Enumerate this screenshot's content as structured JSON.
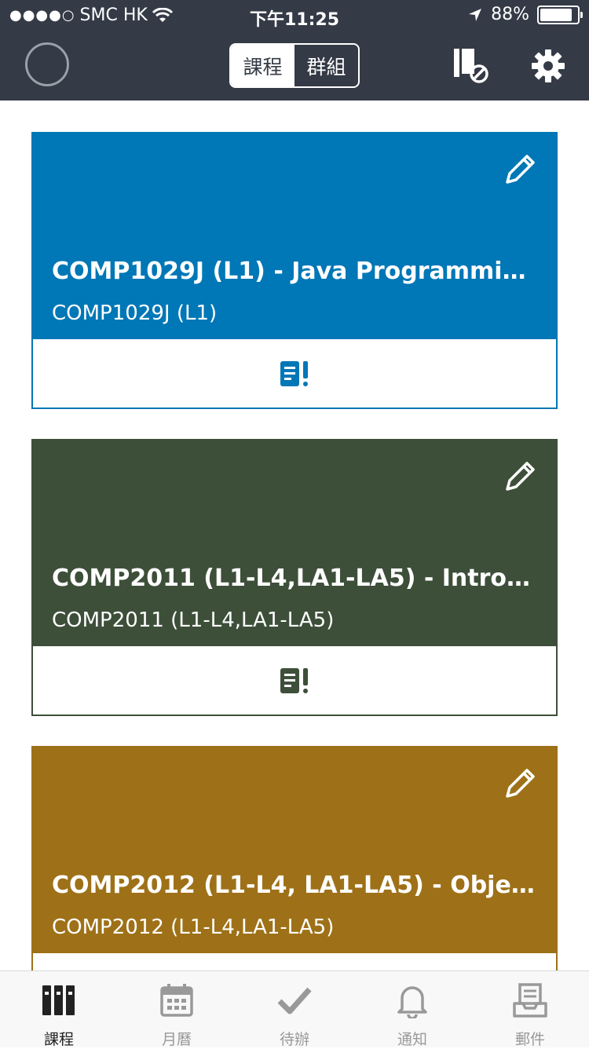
{
  "status_bar": {
    "carrier": "SMC HK",
    "time": "下午11:25",
    "battery_text": "88%",
    "battery_level": 0.88
  },
  "header": {
    "segments": [
      "課程",
      "群組"
    ],
    "active_segment": 0,
    "icons": [
      "avatar",
      "hide-courses-icon",
      "gear-icon"
    ]
  },
  "courses": [
    {
      "title": "COMP1029J (L1) - Java Programmin...",
      "code": "COMP1029J (L1)",
      "color": "#0077b6"
    },
    {
      "title": "COMP2011 (L1-L4,LA1-LA5) - Introdu...",
      "code": "COMP2011 (L1-L4,LA1-LA5)",
      "color": "#3d4f39"
    },
    {
      "title": "COMP2012 (L1-L4, LA1-LA5) - Objec...",
      "code": "COMP2012 (L1-L4,LA1-LA5)",
      "color": "#9e7118"
    }
  ],
  "tabbar": {
    "tabs": [
      {
        "label": "課程",
        "icon": "courses-icon",
        "active": true
      },
      {
        "label": "月曆",
        "icon": "calendar-icon",
        "active": false
      },
      {
        "label": "待辦",
        "icon": "checkmark-icon",
        "active": false
      },
      {
        "label": "通知",
        "icon": "bell-icon",
        "active": false
      },
      {
        "label": "郵件",
        "icon": "inbox-icon",
        "active": false
      }
    ]
  }
}
